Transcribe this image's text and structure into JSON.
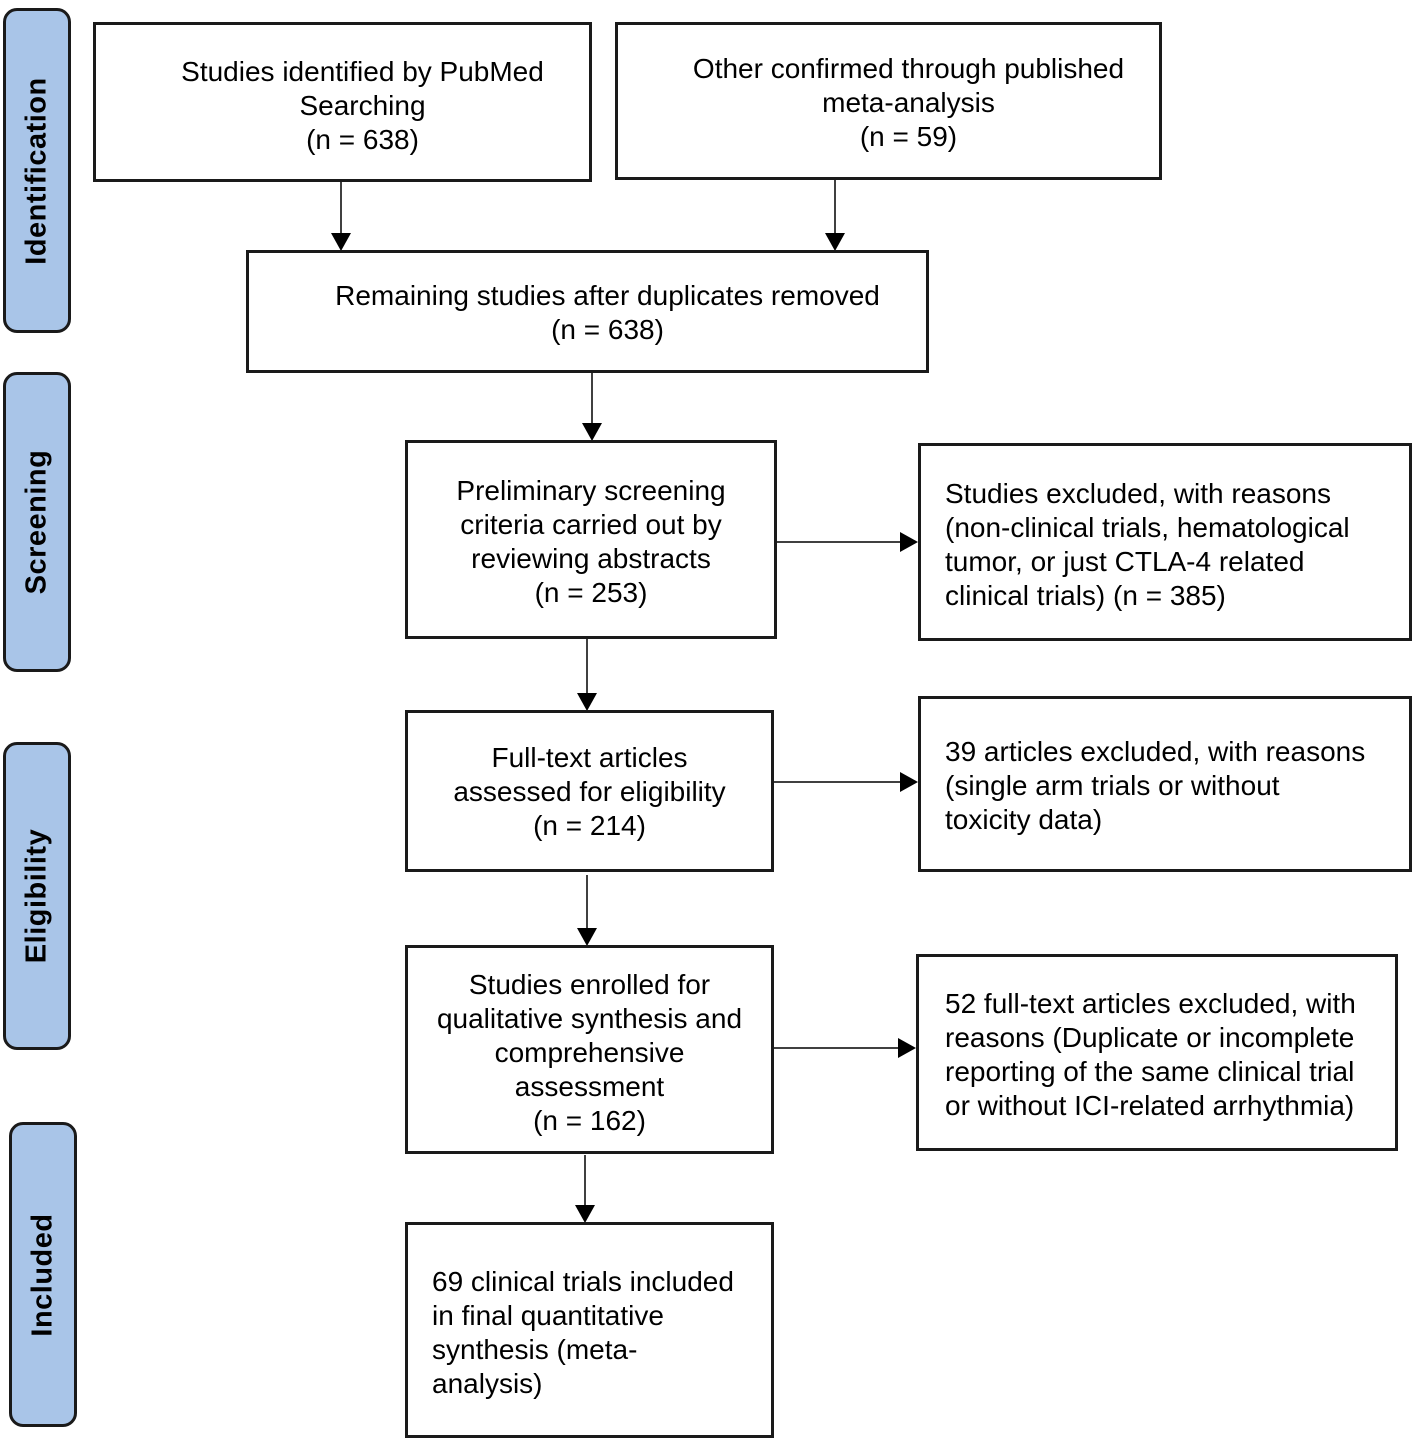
{
  "stages": {
    "identification": "Identification",
    "screening": "Screening",
    "eligibility": "Eligibility",
    "included": "Included"
  },
  "boxes": {
    "pubmed": [
      "Studies identified by PubMed",
      "Searching",
      "(n = 638)"
    ],
    "meta_analysis": [
      "Other confirmed through published",
      "meta-analysis",
      "(n = 59)"
    ],
    "duplicates_removed": [
      "Remaining studies after duplicates removed",
      "(n = 638)"
    ],
    "preliminary_screening": [
      "Preliminary screening",
      "criteria carried out by",
      "reviewing abstracts",
      "(n = 253)"
    ],
    "excluded_screening": [
      "Studies excluded, with reasons",
      "(non-clinical trials, hematological",
      "tumor, or just CTLA-4 related",
      "clinical trials) (n = 385)"
    ],
    "full_text": [
      "Full-text articles",
      "assessed for eligibility",
      "(n = 214)"
    ],
    "excluded_eligibility": [
      "39 articles excluded, with reasons",
      "(single arm trials or without",
      "toxicity data)"
    ],
    "enrolled": [
      "Studies enrolled for",
      "qualitative synthesis and",
      "comprehensive",
      "assessment",
      "(n = 162)"
    ],
    "excluded_fulltext": [
      "52 full-text articles excluded, with",
      "reasons (Duplicate or incomplete",
      "reporting of the same clinical trial",
      "or without ICI-related arrhythmia)"
    ],
    "final": [
      "69 clinical trials included",
      "in final quantitative",
      "synthesis (meta-",
      "analysis)"
    ]
  }
}
